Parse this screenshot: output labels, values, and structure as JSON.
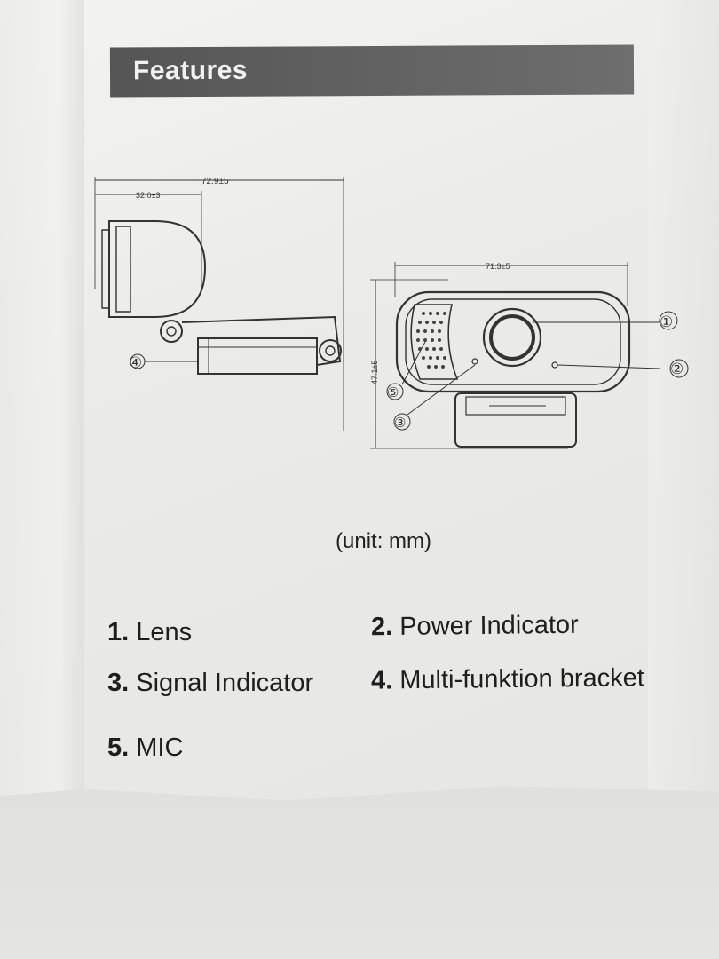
{
  "header": {
    "title": "Features"
  },
  "diagram": {
    "side_view": {
      "total_width": "72.9±5",
      "body_width": "32.0±3",
      "callouts": [
        "④"
      ]
    },
    "front_view": {
      "width": "71.3±5",
      "height": "47.1±5",
      "callouts": [
        "①",
        "②",
        "⑤",
        "③"
      ]
    }
  },
  "unit_note": "(unit: mm)",
  "features": [
    {
      "num": "1.",
      "label": "Lens"
    },
    {
      "num": "2.",
      "label": "Power Indicator"
    },
    {
      "num": "3.",
      "label": "Signal Indicator"
    },
    {
      "num": "4.",
      "label": "Multi-funktion bracket"
    },
    {
      "num": "5.",
      "label": "MIC"
    }
  ]
}
